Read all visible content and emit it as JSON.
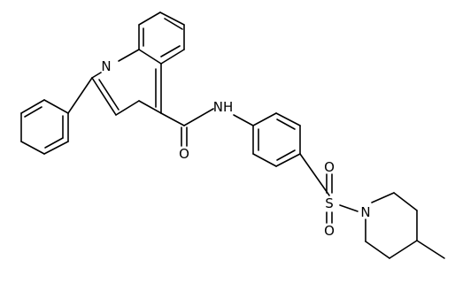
{
  "colors": {
    "background": "#ffffff",
    "bond": "#000000",
    "label": "#000000"
  },
  "labels": {
    "quinoline_n": "N",
    "amide_nh": "NH",
    "amide_o": "O",
    "sulfonyl_s": "S",
    "sulfonyl_o_upper": "O",
    "sulfonyl_o_lower": "O",
    "piperidine_n": "N"
  }
}
